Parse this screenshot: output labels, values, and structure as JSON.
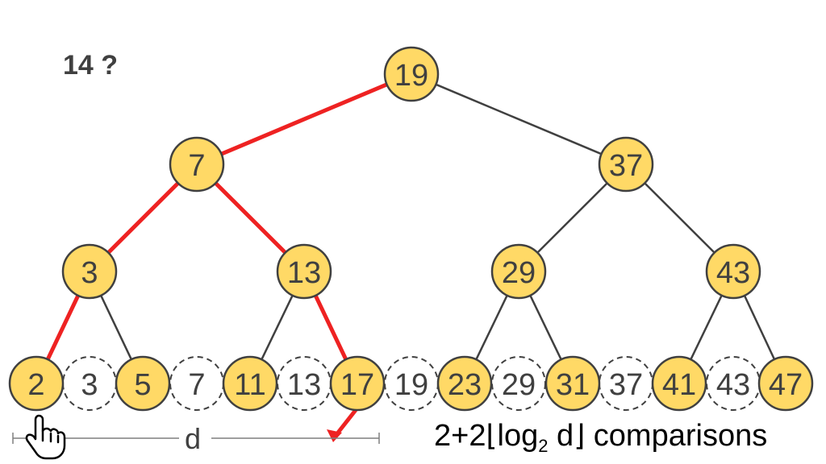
{
  "query": "14 ?",
  "tree": {
    "nodes": [
      {
        "key": "19"
      },
      {
        "key": "7"
      },
      {
        "key": "37"
      },
      {
        "key": "3"
      },
      {
        "key": "13"
      },
      {
        "key": "29"
      },
      {
        "key": "43"
      },
      {
        "key": "2"
      },
      {
        "key": "5"
      },
      {
        "key": "11"
      },
      {
        "key": "17"
      },
      {
        "key": "23"
      },
      {
        "key": "31"
      },
      {
        "key": "41"
      },
      {
        "key": "47"
      }
    ],
    "highlighted_path": [
      "19",
      "7",
      "13",
      "17"
    ],
    "secondary_path": [
      "7",
      "3",
      "2"
    ]
  },
  "row_gaps": [
    "3",
    "7",
    "13",
    "19",
    "29",
    "37",
    "43"
  ],
  "distance_label": "d",
  "formula": {
    "prefix": "2+2",
    "log": "log",
    "base": "2",
    "arg": " d",
    "suffix": " comparisons"
  },
  "colors": {
    "node_fill": "#FFD966",
    "node_stroke": "#404040",
    "edge": "#404040",
    "highlight": "#EE2222",
    "text": "#404040"
  }
}
